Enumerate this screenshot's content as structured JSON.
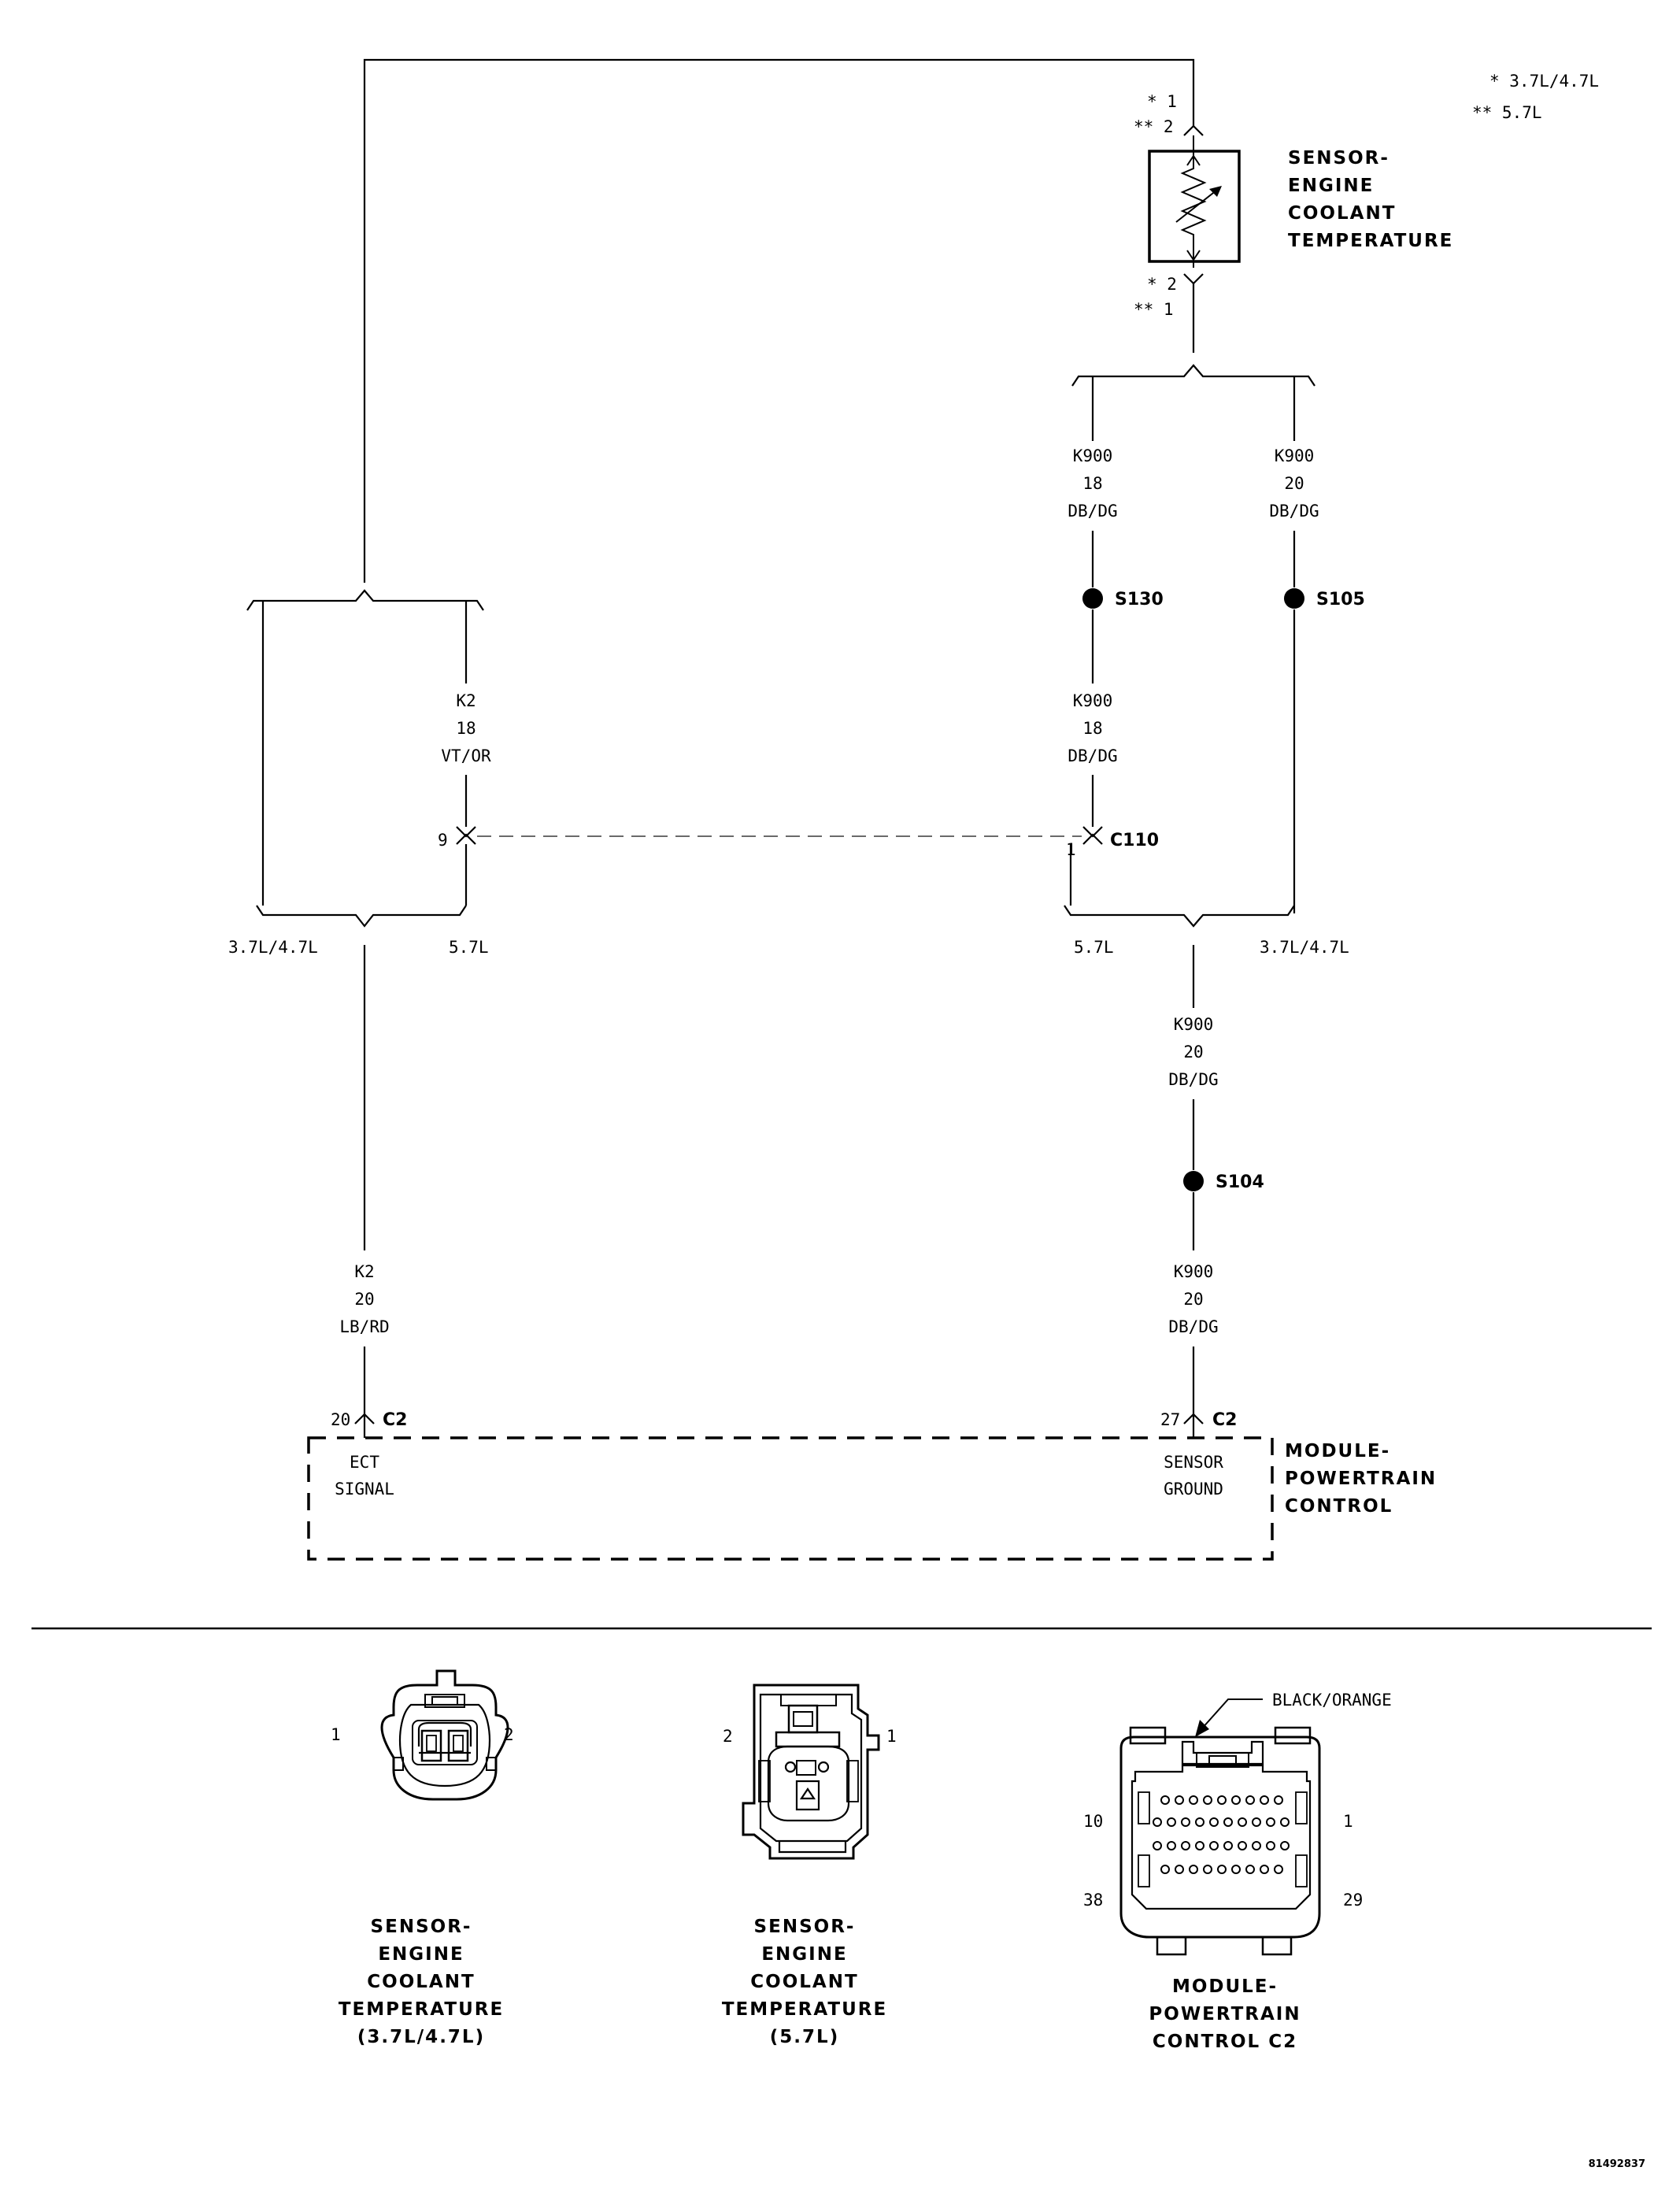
{
  "legend": {
    "line1": "* 3.7L/4.7L",
    "line2": "** 5.7L"
  },
  "ect_sensor": {
    "title_lines": [
      "SENSOR-",
      "ENGINE",
      "COOLANT",
      "TEMPERATURE"
    ],
    "top_pin_a": "* 1",
    "top_pin_b": "** 2",
    "bottom_pin_a": "* 2",
    "bottom_pin_b": "** 1"
  },
  "wires": {
    "k900_18_upper": [
      "K900",
      "18",
      "DB/DG"
    ],
    "k900_20_upper": [
      "K900",
      "20",
      "DB/DG"
    ],
    "k900_18_lower": [
      "K900",
      "18",
      "DB/DG"
    ],
    "k2_18": [
      "K2",
      "18",
      "VT/OR"
    ],
    "k900_20_mid": [
      "K900",
      "20",
      "DB/DG"
    ],
    "k900_20_low": [
      "K900",
      "20",
      "DB/DG"
    ],
    "k2_20": [
      "K2",
      "20",
      "LB/RD"
    ]
  },
  "splices": {
    "s130": "S130",
    "s105": "S105",
    "s104": "S104"
  },
  "connectors": {
    "c110_label": "C110",
    "c110_pin_left": "9",
    "c110_pin_right": "1",
    "pcm_left_pin": "20",
    "pcm_left_conn": "C2",
    "pcm_right_pin": "27",
    "pcm_right_conn": "C2"
  },
  "variants": {
    "left_a": "3.7L/4.7L",
    "left_b": "5.7L",
    "right_a": "5.7L",
    "right_b": "3.7L/4.7L"
  },
  "pcm": {
    "title_lines": [
      "MODULE-",
      "POWERTRAIN",
      "CONTROL"
    ],
    "ect_signal": [
      "ECT",
      "SIGNAL"
    ],
    "sensor_ground": [
      "SENSOR",
      "GROUND"
    ]
  },
  "connector_views": {
    "ect_37": {
      "pin_left": "1",
      "pin_right": "2",
      "caption": [
        "SENSOR-",
        "ENGINE",
        "COOLANT",
        "TEMPERATURE",
        "(3.7L/4.7L)"
      ]
    },
    "ect_57": {
      "pin_left": "2",
      "pin_right": "1",
      "caption": [
        "SENSOR-",
        "ENGINE",
        "COOLANT",
        "TEMPERATURE",
        "(5.7L)"
      ]
    },
    "pcm_c2": {
      "color_callout": "BLACK/ORANGE",
      "pin_top_left": "10",
      "pin_top_right": "1",
      "pin_bottom_left": "38",
      "pin_bottom_right": "29",
      "caption": [
        "MODULE-",
        "POWERTRAIN",
        "CONTROL C2"
      ]
    }
  },
  "figure_id": "81492837"
}
